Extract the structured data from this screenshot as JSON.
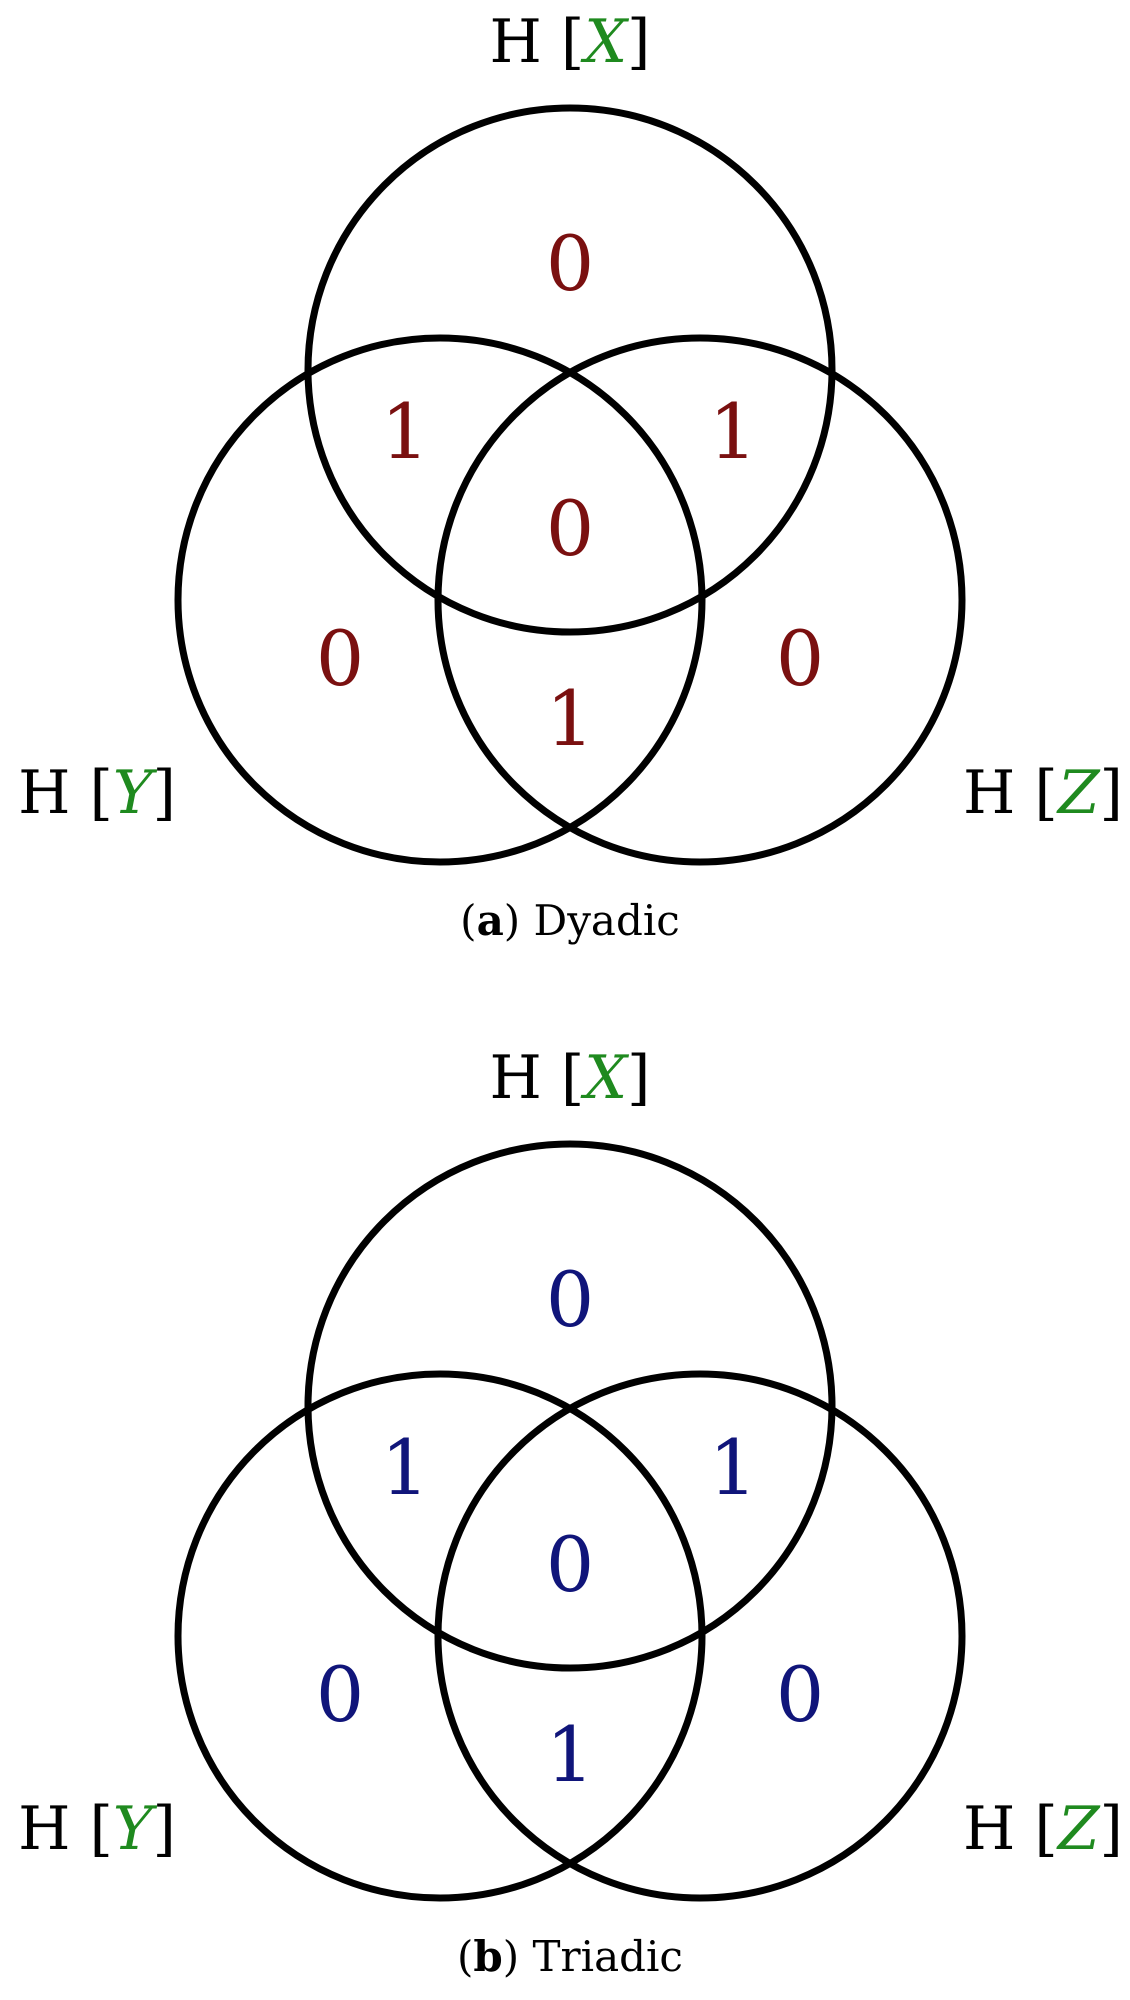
{
  "colors": {
    "variable": "#1f8a1f",
    "dyadic_values": "#7a1010",
    "triadic_values": "#10157a",
    "outline": "#000000"
  },
  "panels": [
    {
      "caption_tag": "a",
      "caption_name": "Dyadic",
      "value_color": "#7a1010",
      "labels": {
        "x": {
          "func": "H",
          "var": "X"
        },
        "y": {
          "func": "H",
          "var": "Y"
        },
        "z": {
          "func": "H",
          "var": "Z"
        }
      },
      "regions": {
        "x_only": "0",
        "xy": "1",
        "xz": "1",
        "xyz": "0",
        "y_only": "0",
        "z_only": "0",
        "yz": "1"
      }
    },
    {
      "caption_tag": "b",
      "caption_name": "Triadic",
      "value_color": "#10157a",
      "labels": {
        "x": {
          "func": "H",
          "var": "X"
        },
        "y": {
          "func": "H",
          "var": "Y"
        },
        "z": {
          "func": "H",
          "var": "Z"
        }
      },
      "regions": {
        "x_only": "0",
        "xy": "1",
        "xz": "1",
        "xyz": "0",
        "y_only": "0",
        "z_only": "0",
        "yz": "1"
      }
    }
  ]
}
